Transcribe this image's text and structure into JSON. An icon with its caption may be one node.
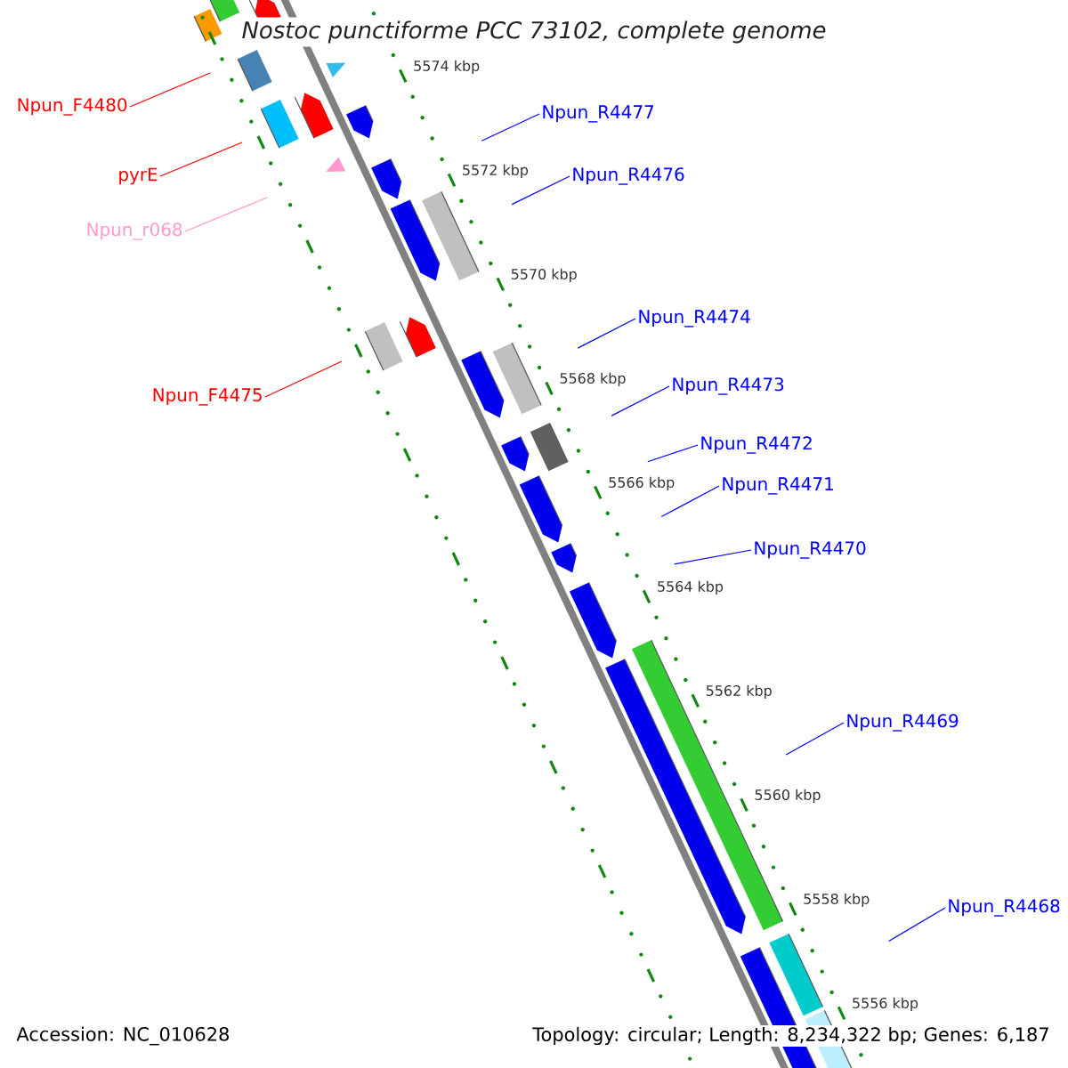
{
  "diagram": {
    "title": "Nostoc punctiforme PCC 73102, complete genome",
    "nodes": [
      {
        "text": [
          "Npun_F4480"
        ]
      },
      {
        "text": [
          "Npun_R4477"
        ]
      },
      {
        "text": [
          "pyrE"
        ]
      },
      {
        "text": [
          "Npun_R4476"
        ]
      },
      {
        "text": [
          "Npun_r068"
        ]
      },
      {
        "text": [
          "Npun_R4474"
        ]
      },
      {
        "text": [
          "Npun_R4473"
        ]
      },
      {
        "text": [
          "Npun_F4475"
        ]
      },
      {
        "text": [
          "Npun_R4472"
        ]
      },
      {
        "text": [
          "Npun_R4471"
        ]
      },
      {
        "text": [
          "Npun_R4470"
        ]
      },
      {
        "text": [
          "Npun_R4469"
        ]
      },
      {
        "text": [
          "Npun_R4468"
        ]
      }
    ],
    "edges": [
      {
        "from": 0,
        "to": null,
        "arrow": "none",
        "color": "#ff0000"
      },
      {
        "from": 1,
        "to": null,
        "arrow": "none"
      },
      {
        "from": 2,
        "to": null,
        "arrow": "none",
        "color": "#ff0000"
      },
      {
        "from": 3,
        "to": null,
        "arrow": "none"
      },
      {
        "from": 4,
        "to": null,
        "arrow": "none",
        "color": "#ff99cc"
      },
      {
        "from": 5,
        "to": null,
        "arrow": "none"
      },
      {
        "from": 6,
        "to": null,
        "arrow": "none"
      },
      {
        "from": 7,
        "to": null,
        "arrow": "none",
        "color": "#ff0000"
      },
      {
        "from": 8,
        "to": null,
        "arrow": "none"
      },
      {
        "from": 9,
        "to": null,
        "arrow": "none"
      },
      {
        "from": 10,
        "to": null,
        "arrow": "none"
      },
      {
        "from": 11,
        "to": null,
        "arrow": "none"
      },
      {
        "from": 12,
        "to": null,
        "arrow": "none"
      }
    ],
    "labels": [
      "5574 kbp",
      "5572 kbp",
      "5570 kbp",
      "5568 kbp",
      "5566 kbp",
      "5564 kbp",
      "5562 kbp",
      "5560 kbp",
      "5558 kbp",
      "5556 kbp",
      "Accession: NC_010628",
      "Topology: circular; Length: 8,234,322 bp; Genes: 6,187"
    ]
  }
}
